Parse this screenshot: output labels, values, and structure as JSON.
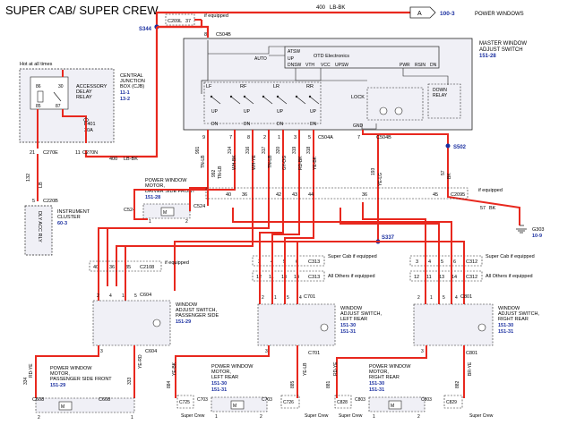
{
  "title": "SUPER CAB/ SUPER CREW",
  "top": {
    "wire_400_num": "400",
    "wire_400_color": "LB-BK",
    "connector_a": "A",
    "ref_100_3": "100-3",
    "power_windows": "POWER WINDOWS",
    "c209_pin": "37",
    "c209_label": "C209L",
    "if_equipped": "if equipped",
    "s344": "S344",
    "c504b_pin": "8",
    "c504b_label": "C504B"
  },
  "master": {
    "title_line1": "MASTER WINDOW",
    "title_line2": "ADJUST SWITCH",
    "ref": "151-28",
    "atsw": "ATSW",
    "up": "UP",
    "auto": "AUTO",
    "otd": "OTD Electronics",
    "dnsw": "DNSW",
    "vth": "VTH",
    "vcc": "VCC",
    "upsw": "UPSW",
    "pwr": "PWR",
    "rsin": "RSIN",
    "dn": "DN",
    "lf": "LF",
    "rf": "RF",
    "lr": "LR",
    "rr": "RR",
    "lock": "LOCK",
    "down_relay1": "DOWN",
    "down_relay2": "RELAY",
    "gnd": "GND",
    "up_label": "UP",
    "dn_label": "DN"
  },
  "cjb": {
    "hot": "Hot at all times",
    "cjb1": "CENTRAL",
    "cjb2": "JUNCTION",
    "cjb3": "BOX (CJB)",
    "ref1": "11-1",
    "ref2": "13-2",
    "acc1": "ACCESSORY",
    "acc2": "DELAY",
    "acc3": "RELAY",
    "p86": "86",
    "p30": "30",
    "p85": "85",
    "p87": "87",
    "fuse": "F401",
    "fuse_amp": "30A",
    "c270e_pin": "21",
    "c270e": "C270E",
    "c270n_pin": "11",
    "c270n": "C270N",
    "w400": "400",
    "w400c": "LB-BK",
    "w132": "132",
    "w132c": "LB",
    "c220b_pin": "5",
    "c220b": "C220B"
  },
  "ic": {
    "l1": "INSTRUMENT",
    "l2": "CLUSTER",
    "ref": "60-3",
    "inner": "DLY ACC RLY"
  },
  "wires": {
    "w991": "991",
    "w991c": "TN-LB",
    "w314": "314",
    "w314c": "WH-BK",
    "w316": "316",
    "w316c": "WH-YE",
    "w317": "317",
    "w317c": "TN-LB",
    "w320": "320",
    "w320c": "GY-OG",
    "w319": "319",
    "w319c": "RD-BK",
    "w318": "318",
    "w318c": "YE-BK",
    "w193": "193",
    "w193c": "YE-LG",
    "w57": "57",
    "w57c": "BK",
    "w992": "992",
    "w992c": "TN-LB",
    "c504a": "C504A",
    "c504b2": "C504B",
    "pin9": "9",
    "pin7": "7",
    "pin8": "8",
    "pin2": "2",
    "pin1": "1",
    "pin3": "3",
    "pin5": "5",
    "pin7b": "7",
    "s502": "S502",
    "s337": "S337"
  },
  "driver_motor": {
    "l1": "POWER WINDOW",
    "l2": "MOTOR,",
    "l3": "DRIVER SIDE FRONT",
    "ref": "151-28",
    "c524": "C524",
    "c524b": "C524",
    "p1": "1",
    "p2": "2"
  },
  "c2095": {
    "p40": "40",
    "p36a": "36",
    "p42": "42",
    "p43": "43",
    "p44": "44",
    "p36b": "36",
    "p45": "45",
    "label": "C2095",
    "if_eq": "if equipped",
    "w57": "57",
    "w57c": "BK"
  },
  "g303": {
    "label": "G303",
    "ref": "10-9"
  },
  "c2108": {
    "p40": "40",
    "p36": "36",
    "p35": "35",
    "label": "C2108",
    "if_eq": "if equipped"
  },
  "c313": {
    "p3": "3",
    "p4": "4",
    "p5": "5",
    "p6": "6",
    "label": "C313",
    "sc": "Super Cab if equipped",
    "p12": "12",
    "p11": "11",
    "p13": "13",
    "p14": "14",
    "label2": "C313",
    "others": "All Others if equipped"
  },
  "c312": {
    "p3": "3",
    "p4": "4",
    "p5": "5",
    "p6": "6",
    "label": "C312",
    "sc": "Super Cab if equipped",
    "p12": "12",
    "p11": "11",
    "p13": "13",
    "p14": "14",
    "label2": "C312",
    "others": "All Others if equipped"
  },
  "pass_switch": {
    "l1": "WINDOW",
    "l2": "ADJUST SWITCH,",
    "l3": "PASSENGER SIDE",
    "ref": "151-29",
    "c604a": "C604",
    "c604b": "C604",
    "p2": "2",
    "p4": "4",
    "p1": "1",
    "p5": "5",
    "p3": "3"
  },
  "lr_switch": {
    "l1": "WINDOW",
    "l2": "ADJUST SWITCH,",
    "l3": "LEFT REAR",
    "ref1": "151-30",
    "ref2": "151-31",
    "c701a": "C701",
    "c701b": "C701",
    "p2": "2",
    "p1": "1",
    "p5": "5",
    "p4": "4",
    "p3": "3"
  },
  "rr_switch": {
    "l1": "WINDOW",
    "l2": "ADJUST SWITCH,",
    "l3": "RIGHT REAR",
    "ref1": "151-30",
    "ref2": "151-31",
    "c801a": "C801",
    "c801b": "C801",
    "p2": "2",
    "p1": "1",
    "p5": "5",
    "p4": "4",
    "p3": "3"
  },
  "pass_motor": {
    "l1": "POWER WINDOW",
    "l2": "MOTOR,",
    "l3": "PASSENGER SIDE FRONT",
    "ref": "151-29",
    "w334": "334",
    "w334c": "RD-YE",
    "w333": "333",
    "w333c": "YE-RD",
    "c608a": "C608",
    "c608b": "C608",
    "p2": "2",
    "p1": "1"
  },
  "lr_motor": {
    "l1": "POWER WINDOW",
    "l2": "MOTOR,",
    "l3": "LEFT REAR",
    "ref1": "151-30",
    "ref2": "151-31",
    "w884": "884",
    "w884c": "YE-BK",
    "w885": "885",
    "w885c": "YE-LB",
    "c703a": "C703",
    "c703b": "C703",
    "c725": "C725",
    "c726": "C726",
    "p1": "1",
    "p2": "2",
    "sc": "Super Crew"
  },
  "rr_motor": {
    "l1": "POWER WINDOW",
    "l2": "MOTOR,",
    "l3": "RIGHT REAR",
    "ref1": "151-30",
    "ref2": "151-31",
    "w881": "881",
    "w881c": "RD-YE",
    "w882": "882",
    "w882c": "BR-YE",
    "c803a": "C803",
    "c803b": "C803",
    "c828": "C828",
    "c829": "C829",
    "p1": "1",
    "p2": "2",
    "sc": "Super Crew"
  },
  "colors": {
    "wire": "#e8281e",
    "line": "#222222",
    "box_fill": "#e8e8f0",
    "ref": "#1a2fa0",
    "splice": "#1a2fa0"
  }
}
